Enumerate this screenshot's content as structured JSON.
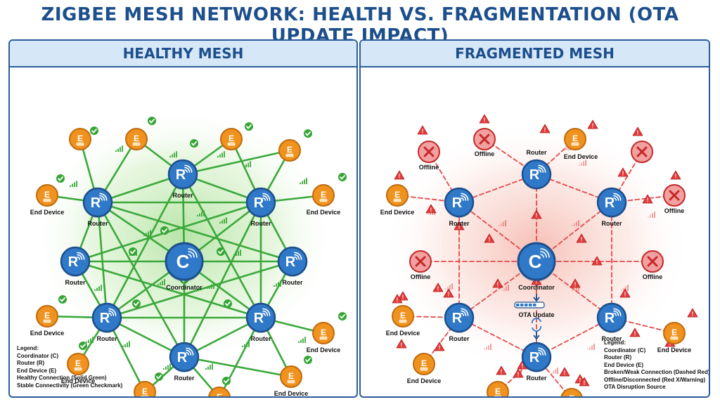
{
  "title": "ZIGBEE MESH NETWORK: HEALTH VS. FRAGMENTATION (OTA UPDATE IMPACT)",
  "colors": {
    "title": "#1d4f8c",
    "router": "#2f79c8",
    "end_device": "#f0921e",
    "healthy_link": "#3aa83a",
    "broken_link": "#e24a4a",
    "offline": "#e04545",
    "warning": "#e23b3b",
    "check": "#35a535"
  },
  "node_text": {
    "router_letter": "R",
    "coordinator_letter": "C",
    "end_device_letter": "E",
    "router_label": "Router",
    "coordinator_label": "Coordinator",
    "end_device_label": "End Device",
    "offline_label": "Offline",
    "warning_glyph": "!",
    "check_glyph": "✓",
    "offline_glyph": "✕"
  },
  "healthy": {
    "header": "HEALTHY MESH",
    "legend": [
      "Legend:",
      "Coordinator (C)",
      "Router (R)",
      "End Device (E)",
      "Healthy Connection (Solid Green)",
      "Stable Connectivity (Green Checkmark)"
    ]
  },
  "fragmented": {
    "header": "FRAGMENTED MESH",
    "ota_label": "OTA Update",
    "legend": [
      "Legend:",
      "Coordinator (C)",
      "Router (R)",
      "End Device (E)",
      "Broken/Weak Connection (Dashed Red)",
      "Offline/Disconnected (Red X/Warning)",
      "OTA Disruption Source"
    ]
  }
}
